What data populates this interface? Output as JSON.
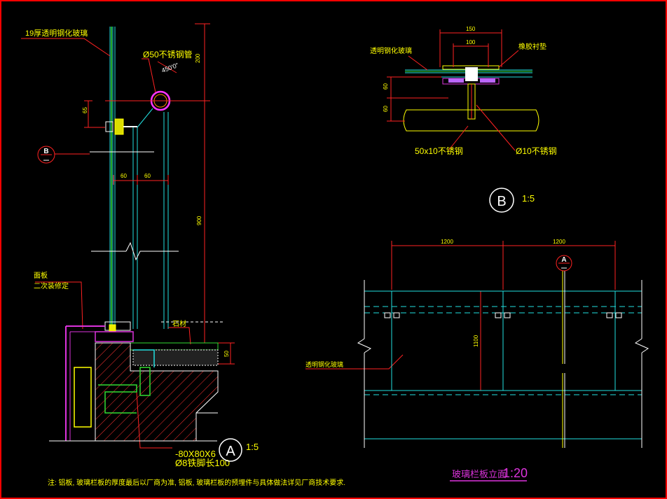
{
  "colors": {
    "background": "#000000",
    "frame": "#ff0000",
    "label_text": "#ffff00",
    "dimension": "#ff2222",
    "cyan_line": "#22e0e0",
    "green_line": "#33dd33",
    "magenta": "#dd33dd",
    "white": "#ffffff"
  },
  "detail_a": {
    "labels": {
      "glass": "19厚透明钢化玻璃",
      "pipe": "Ø50不锈钢管",
      "angle": "450'0\"",
      "panel": "面板",
      "panel_note": "二次装修定",
      "stone": "石材",
      "angle_steel": "-80X80X6",
      "anchor": "Ø8铁脚长100"
    },
    "dims": {
      "d200": "200",
      "d65": "65",
      "d60a": "60",
      "d60b": "60",
      "d900": "900",
      "d50": "50"
    },
    "section_marker": "B",
    "title": "A",
    "scale": "1:5"
  },
  "detail_b": {
    "dims": {
      "d150": "150",
      "d100": "100",
      "d60a": "60",
      "d60b": "60"
    },
    "labels": {
      "glass": "透明钢化玻璃",
      "pad": "橡胶衬垫",
      "steel_plate": "50x10不锈钢",
      "steel_bar": "Ø10不锈钢"
    },
    "title": "B",
    "scale": "1:5"
  },
  "elevation": {
    "dims": {
      "w1": "1200",
      "w2": "1200",
      "h": "1100"
    },
    "labels": {
      "glass": "透明钢化玻璃"
    },
    "section_marker": "A",
    "title": "玻璃栏板立面",
    "scale": "1:20"
  },
  "footer_note": "注: 铝板, 玻璃栏板的厚度最后以厂商为准, 铝板, 玻璃栏板的预埋件与具体做法详见厂商技术要求."
}
